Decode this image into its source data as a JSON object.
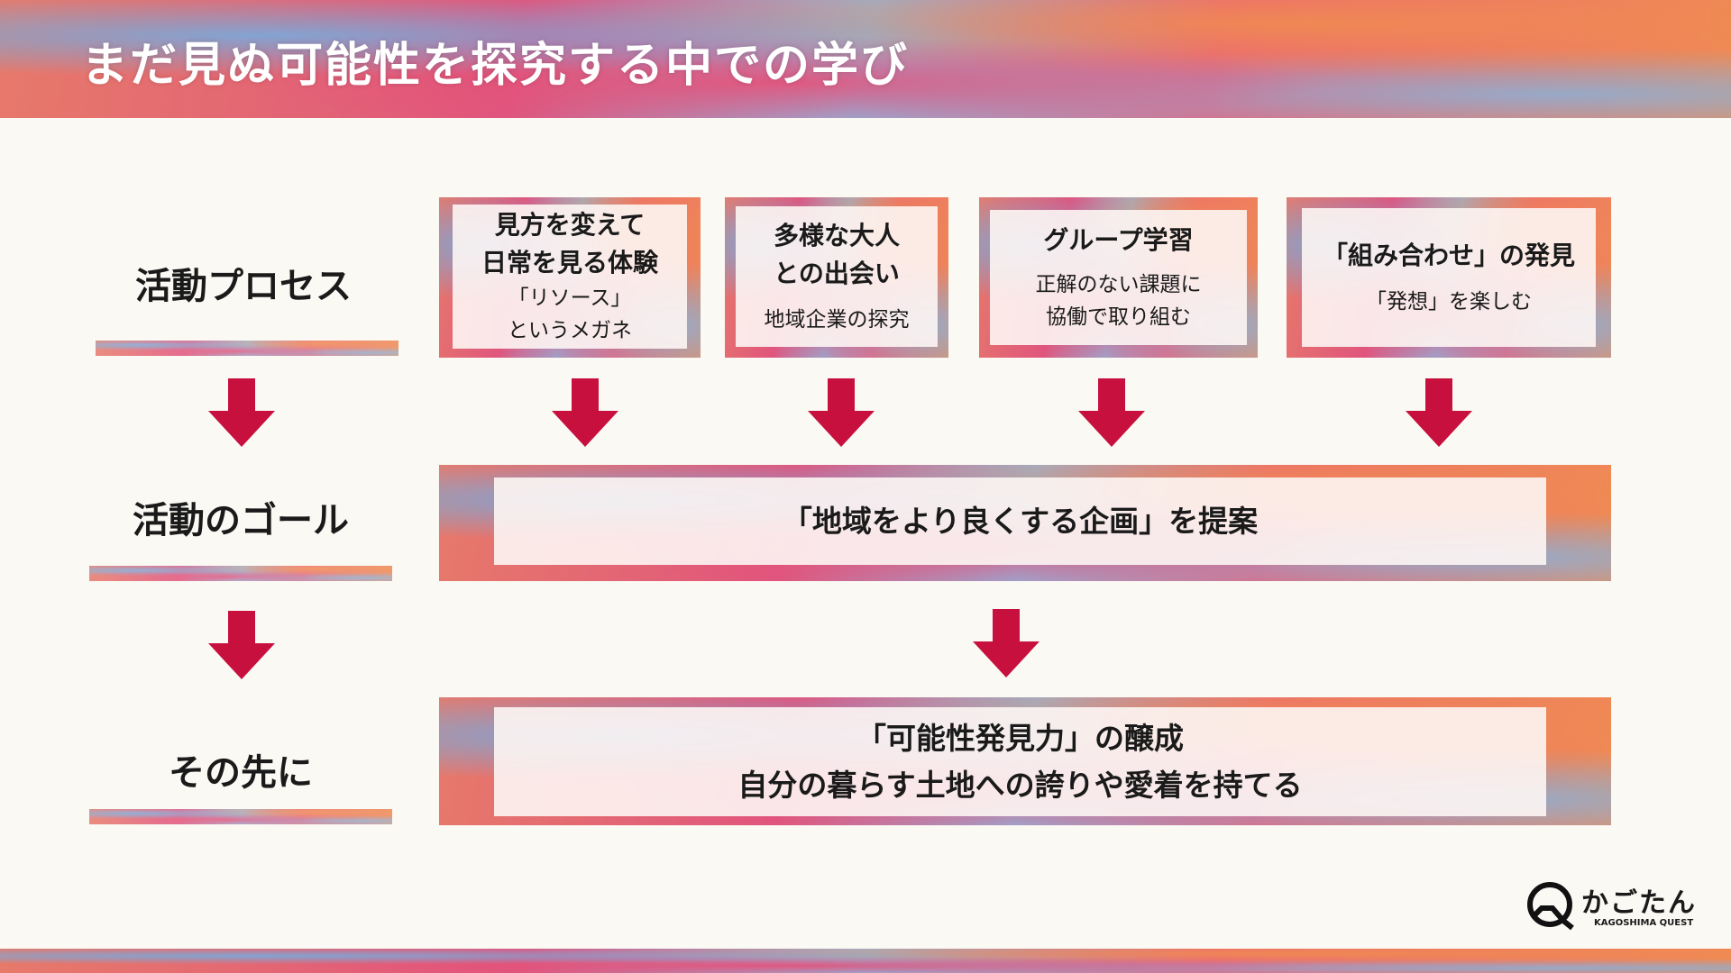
{
  "title": "まだ見ぬ可能性を探究する中での学び",
  "labels": {
    "process": "活動プロセス",
    "goal": "活動のゴール",
    "beyond": "その先に"
  },
  "process_boxes": [
    {
      "heading": [
        "見方を変えて",
        "日常を見る体験"
      ],
      "sub": [
        "「リソース」",
        "というメガネ"
      ]
    },
    {
      "heading": [
        "多様な大人",
        "との出会い"
      ],
      "sub": [
        "地域企業の探究"
      ]
    },
    {
      "heading": [
        "グループ学習"
      ],
      "sub": [
        "正解のない課題に",
        "協働で取り組む"
      ]
    },
    {
      "heading": [
        "「組み合わせ」の発見"
      ],
      "sub": [
        "「発想」を楽しむ"
      ]
    }
  ],
  "goal_text": "「地域をより良くする企画」を提案",
  "beyond_text": [
    "「可能性発見力」の醸成",
    "自分の暮らす土地への誇りや愛着を持てる"
  ],
  "logo": {
    "name": "かごたん",
    "sub": "KAGOSHIMA QUEST"
  },
  "colors": {
    "arrow": "#c8103f"
  }
}
